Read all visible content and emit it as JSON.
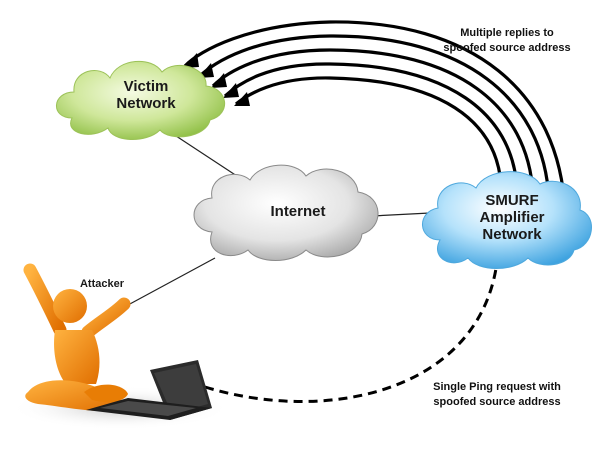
{
  "nodes": {
    "victim": {
      "line1": "Victim",
      "line2": "Network"
    },
    "internet": {
      "label": "Internet"
    },
    "amplifier": {
      "line1": "SMURF",
      "line2": "Amplifier",
      "line3": "Network"
    },
    "attacker": {
      "label": "Attacker"
    }
  },
  "annotations": {
    "replies": {
      "line1": "Multiple replies to",
      "line2": "spoofed source address"
    },
    "request": {
      "line1": "Single Ping request with",
      "line2": "spoofed source address"
    }
  },
  "colors": {
    "victim_cloud": "#c6e28a",
    "internet_cloud": "#e2e2e2",
    "amplifier_cloud": "#8fd0f5",
    "attacker_figure": "#f08a10",
    "arrows": "#000000"
  },
  "icons": [
    "cloud-icon",
    "person-icon",
    "laptop-icon"
  ]
}
